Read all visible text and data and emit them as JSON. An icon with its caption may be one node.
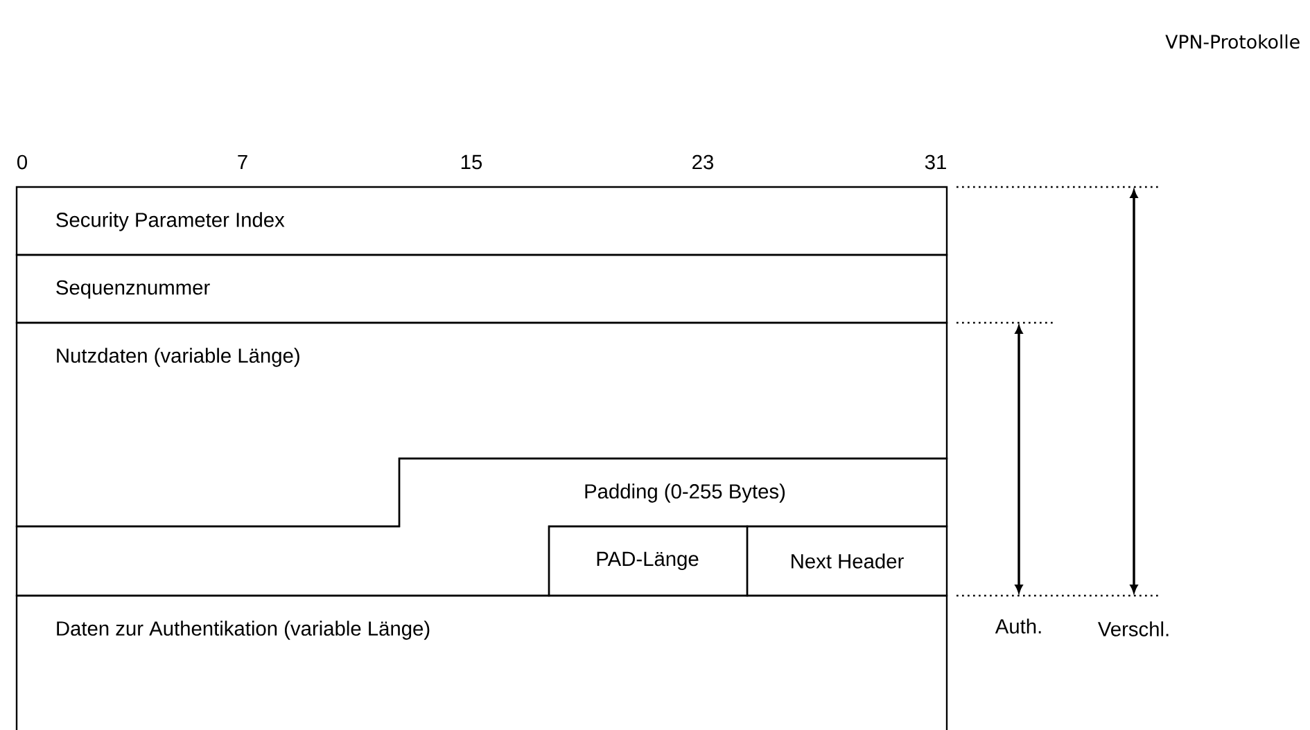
{
  "diagram": {
    "nodes": [
      {
        "text": [
          "Security Parameter Index"
        ]
      },
      {
        "text": [
          "Sequenznummer"
        ]
      },
      {
        "text": [
          "Nutzdaten (variable Länge)"
        ]
      },
      {
        "text": [
          "Padding (0-255 Bytes)"
        ]
      },
      {
        "text": [
          "PAD-Länge"
        ]
      },
      {
        "text": [
          "Next Header"
        ]
      },
      {
        "text": [
          "Daten zur Authentikation (variable Länge)"
        ]
      }
    ],
    "labels": [
      "VPN-Protokolle",
      "0",
      "7",
      "15",
      "23",
      "31",
      "Auth.",
      "Verschl."
    ]
  }
}
